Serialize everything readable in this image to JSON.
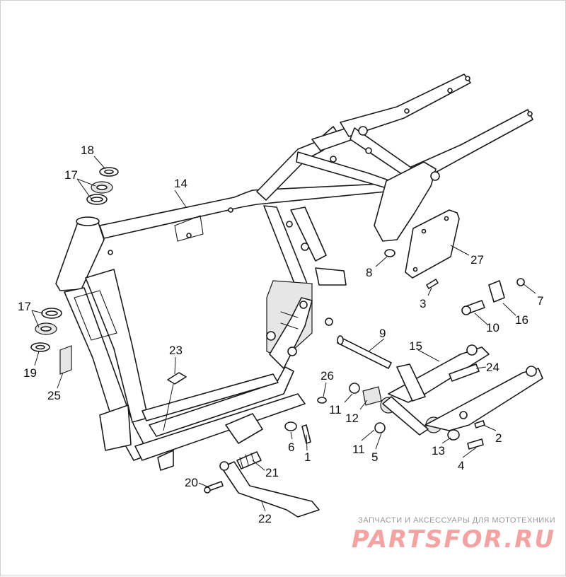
{
  "diagram": {
    "callouts": [
      "1",
      "2",
      "3",
      "4",
      "5",
      "6",
      "7",
      "8",
      "9",
      "10",
      "11",
      "11",
      "12",
      "13",
      "14",
      "15",
      "16",
      "17",
      "17",
      "18",
      "19",
      "20",
      "21",
      "22",
      "23",
      "24",
      "25",
      "26",
      "27"
    ]
  },
  "watermark": {
    "caption": "ЗАПЧАСТИ И АКСЕССУАРЫ ДЛЯ МОТОТЕХНИКИ",
    "logo": "PARTSFOR.RU",
    "color": "#f4a3a3"
  }
}
